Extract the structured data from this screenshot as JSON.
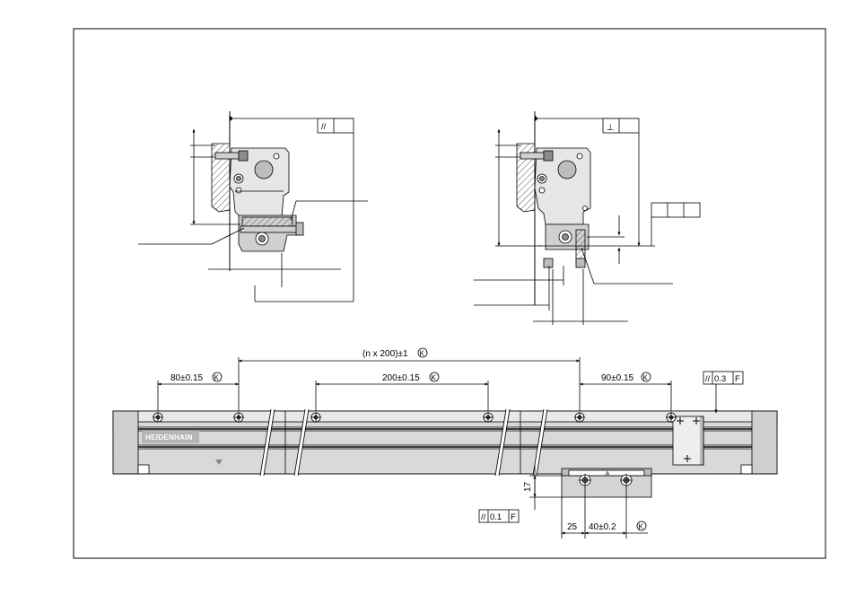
{
  "colors": {
    "line": "#000000",
    "part_fill": "#e6e6e6",
    "part_dark": "#8c8c8c",
    "scale_fill": "#d9d9d9",
    "brand_bg": "#b5b5b5",
    "hatch": "#555555"
  },
  "dimensions": {
    "overall_pitch": "(n x 200)±1",
    "left_edge_pitch": "80±0.15",
    "middle_pitch": "200±0.15",
    "right_edge_pitch": "90±0.15",
    "height_17": "17",
    "offset_25": "25",
    "reader_pitch": "40±0.2"
  },
  "symbols": {
    "circled_k": "K",
    "parallel_symbol": "//",
    "perpendicular_symbol": "⊥"
  },
  "tolerance_frames": {
    "scale_parallelism": {
      "value": "0.3",
      "datum": "F"
    },
    "reader_parallelism": {
      "value": "0.1",
      "datum": "F"
    }
  },
  "scale": {
    "brand": "HEIDENHAIN"
  },
  "icons": {
    "mounting_hole": "mounting-hole-icon",
    "center_mark": "center-mark-icon",
    "break_line": "break-line-icon"
  }
}
